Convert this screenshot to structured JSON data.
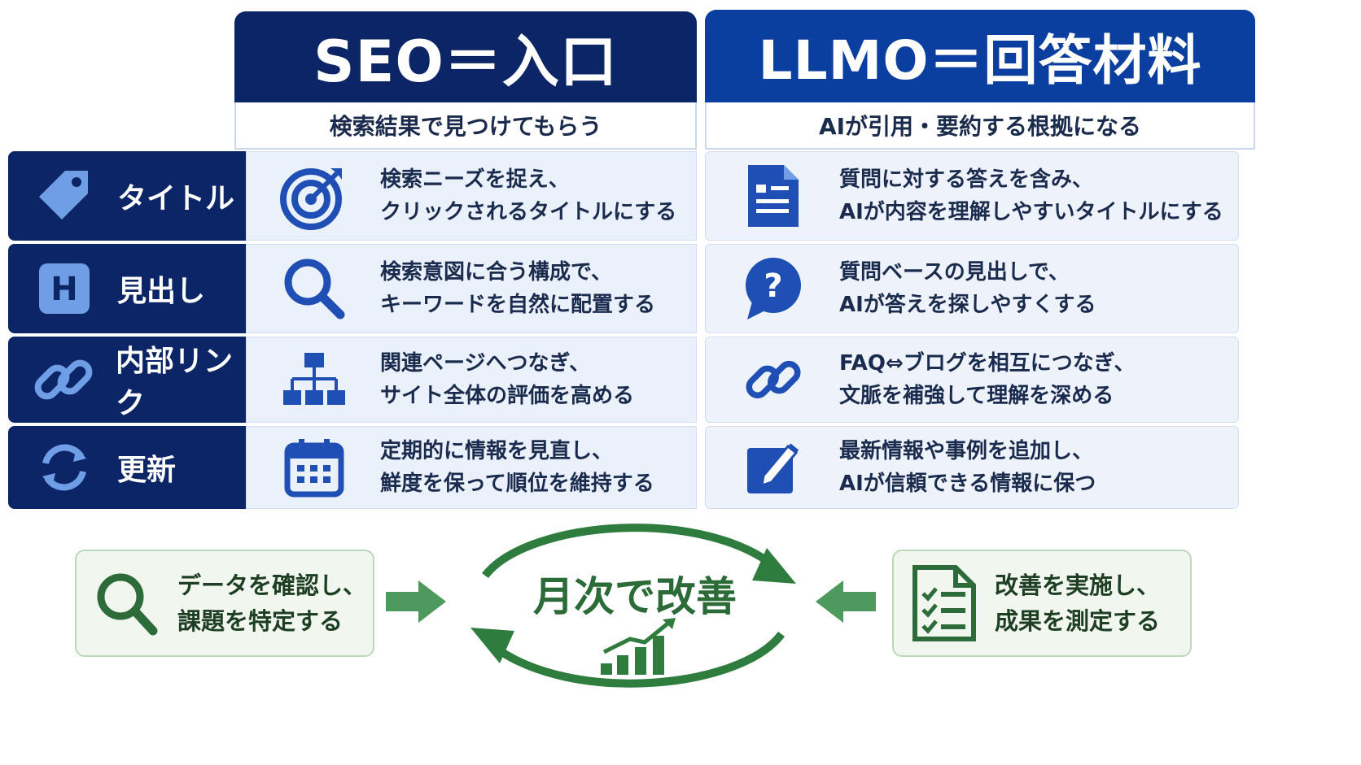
{
  "seo": {
    "title": "SEO＝入口",
    "subtitle": "検索結果で見つけてもらう"
  },
  "llmo": {
    "title": "LLMO＝回答材料",
    "subtitle": "AIが引用・要約する根拠になる"
  },
  "rows": [
    {
      "label": "タイトル",
      "label_icon": "tag-icon",
      "seo_icon": "target-icon",
      "seo_lines": [
        "検索ニーズを捉え、",
        "クリックされるタイトルにする"
      ],
      "llmo_icon": "document-icon",
      "llmo_lines": [
        "質問に対する答えを含み、",
        "AIが内容を理解しやすいタイトルにする"
      ]
    },
    {
      "label": "見出し",
      "label_icon": "heading-h-icon",
      "label_icon_text": "H",
      "seo_icon": "search-icon",
      "seo_lines": [
        "検索意図に合う構成で、",
        "キーワードを自然に配置する"
      ],
      "llmo_icon": "question-bubble-icon",
      "llmo_lines": [
        "質問ベースの見出しで、",
        "AIが答えを探しやすくする"
      ]
    },
    {
      "label": "内部リンク",
      "label_icon": "link-icon",
      "seo_icon": "sitemap-icon",
      "seo_lines": [
        "関連ページへつなぎ、",
        "サイト全体の評価を高める"
      ],
      "llmo_icon": "link-icon",
      "llmo_lines": [
        "FAQ⇔ブログを相互につなぎ、",
        "文脈を補強して理解を深める"
      ]
    },
    {
      "label": "更新",
      "label_icon": "refresh-icon",
      "seo_icon": "calendar-icon",
      "seo_lines": [
        "定期的に情報を見直し、",
        "鮮度を保って順位を維持する"
      ],
      "llmo_icon": "edit-icon",
      "llmo_lines": [
        "最新情報や事例を追加し、",
        "AIが信頼できる情報に保つ"
      ]
    }
  ],
  "cycle": {
    "center_label": "月次で改善",
    "left_lines": [
      "データを確認し、",
      "課題を特定する"
    ],
    "left_icon": "search-icon",
    "right_lines": [
      "改善を実施し、",
      "成果を測定する"
    ],
    "right_icon": "checklist-icon"
  },
  "colors": {
    "navy": "#0b2567",
    "blue": "#1f4fb5",
    "light_blue": "#6f9de6",
    "cell_bg": "#eaf1fb",
    "green": "#2e7d3e",
    "green_bg": "#f1f7ef"
  }
}
